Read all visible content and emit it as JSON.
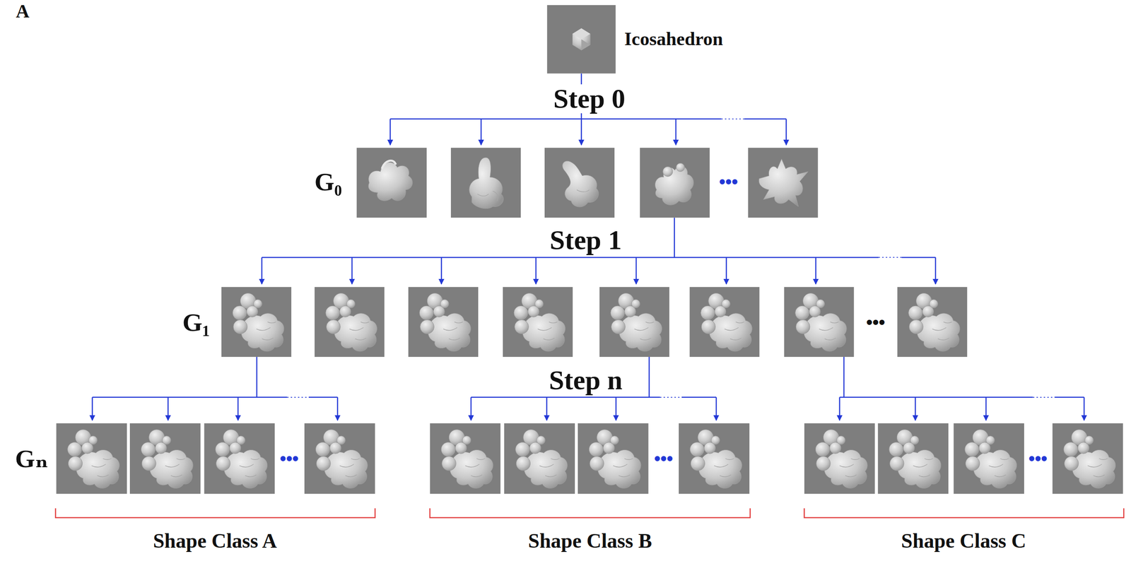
{
  "diagram": {
    "nodes": [
      {
        "text": [
          "Icosahedron"
        ]
      }
    ],
    "labels": [
      "A",
      "Step 0",
      "G₀",
      "•••",
      "Step 1",
      "G₁",
      "•••",
      "Step n",
      "Gₙ",
      "•••",
      "•••",
      "•••",
      "Shape Class A",
      "Shape Class B",
      "Shape Class C"
    ]
  }
}
